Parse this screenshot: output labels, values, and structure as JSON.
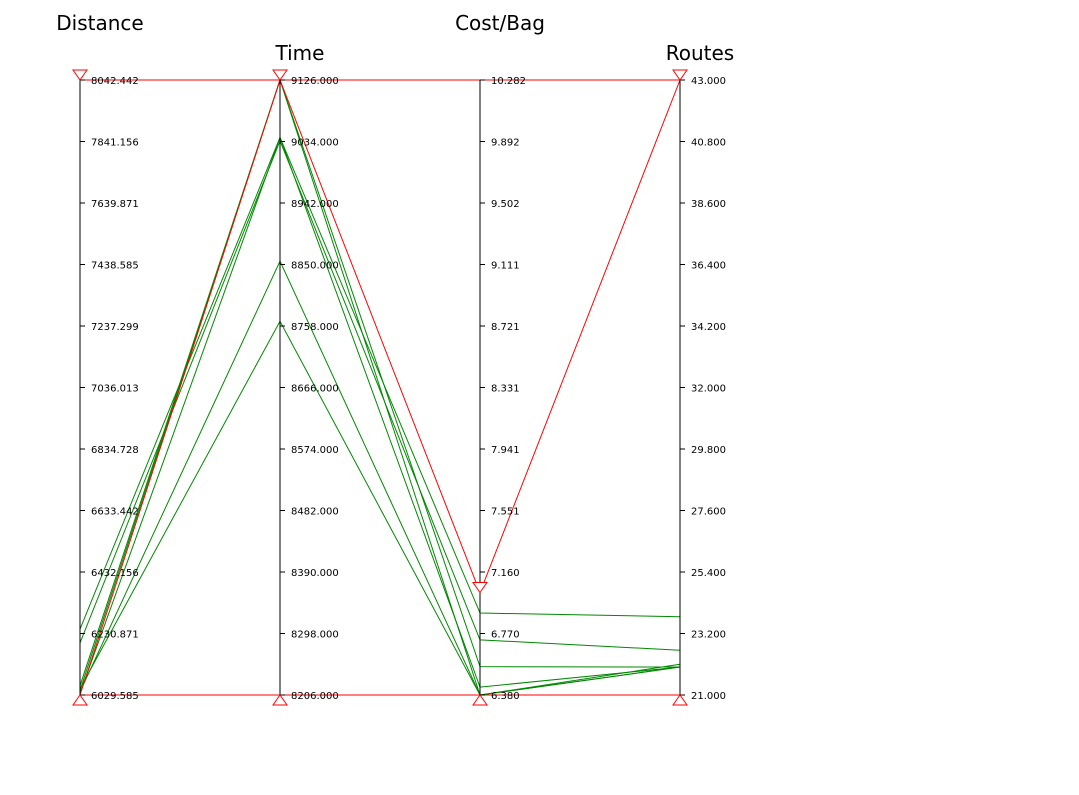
{
  "chart_data": {
    "type": "parallel_coordinates",
    "axes": [
      {
        "name": "Distance",
        "range": [
          6029.585,
          8042.442
        ],
        "ticks": [
          "6029.585",
          "6230.871",
          "6432.156",
          "6633.442",
          "6834.728",
          "7036.013",
          "7237.299",
          "7438.585",
          "7639.871",
          "7841.156",
          "8042.442"
        ],
        "brush": [
          6029.585,
          8042.442
        ]
      },
      {
        "name": "Time",
        "range": [
          8206,
          9126
        ],
        "ticks": [
          "8206.000",
          "8298.000",
          "8390.000",
          "8482.000",
          "8574.000",
          "8666.000",
          "8758.000",
          "8850.000",
          "8942.000",
          "9034.000",
          "9126.000"
        ],
        "brush": [
          8206,
          9126
        ]
      },
      {
        "name": "Cost/Bag",
        "range": [
          6.38,
          10.282
        ],
        "ticks": [
          "6.380",
          "6.770",
          "7.160",
          "7.551",
          "7.941",
          "8.331",
          "8.721",
          "9.111",
          "9.502",
          "9.892",
          "10.282"
        ],
        "brush": [
          6.38,
          7.03
        ]
      },
      {
        "name": "Routes",
        "range": [
          21,
          43
        ],
        "ticks": [
          "21.000",
          "23.200",
          "25.400",
          "27.600",
          "29.800",
          "32.000",
          "34.200",
          "36.400",
          "38.600",
          "40.800",
          "43.000"
        ],
        "brush": [
          21,
          43
        ]
      }
    ],
    "series": [
      {
        "values": [
          6029.585,
          9126,
          7.03,
          43
        ],
        "color": "#ff0000"
      },
      {
        "values": [
          6245,
          9040,
          6.9,
          23.8
        ],
        "color": "#008800"
      },
      {
        "values": [
          6200,
          9035,
          6.73,
          22.6
        ],
        "color": "#008800"
      },
      {
        "values": [
          6060,
          9126,
          6.38,
          22.1
        ],
        "color": "#008800"
      },
      {
        "values": [
          6045,
          9126,
          6.56,
          22.0
        ],
        "color": "#008800"
      },
      {
        "values": [
          6035,
          9040,
          6.43,
          22.0
        ],
        "color": "#008800"
      },
      {
        "values": [
          6040,
          8855,
          6.38,
          22.0
        ],
        "color": "#008800"
      },
      {
        "values": [
          6050,
          8765,
          6.38,
          22.0
        ],
        "color": "#008800"
      }
    ],
    "frame_color": "#ff0000",
    "highlight_color": "#ff0000",
    "line_color": "#008800"
  }
}
